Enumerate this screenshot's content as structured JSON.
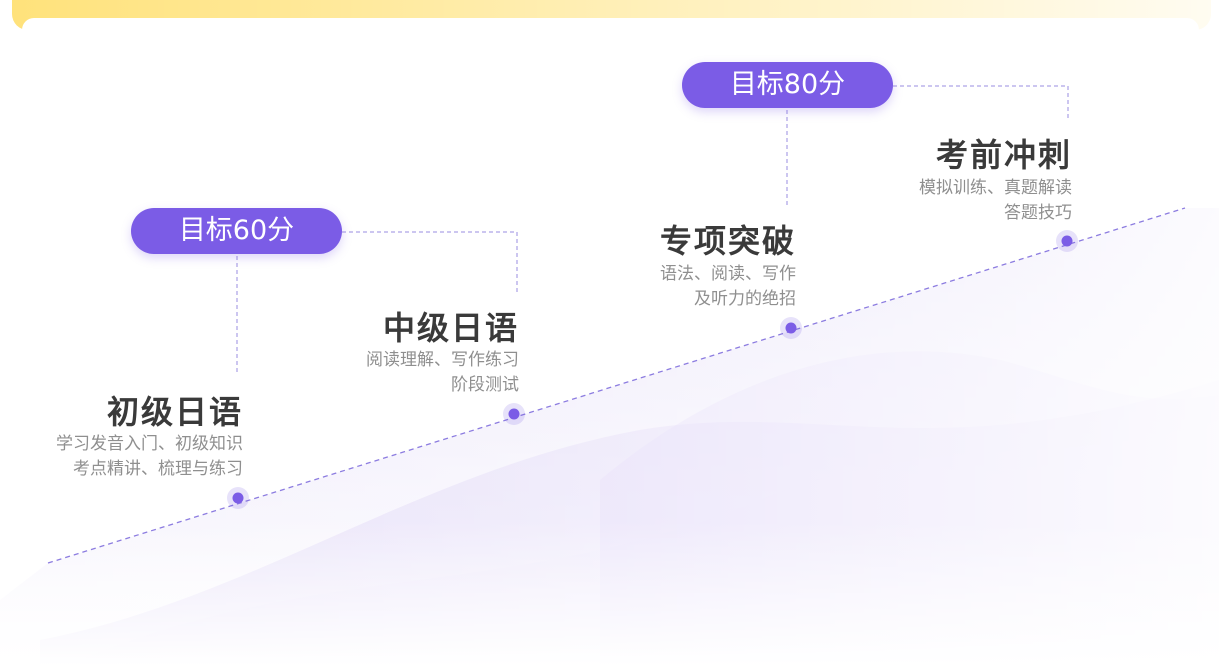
{
  "goals": [
    {
      "label": "目标60分"
    },
    {
      "label": "目标80分"
    }
  ],
  "stages": [
    {
      "title": "初级日语",
      "desc": [
        "学习发音入门、初级知识",
        "考点精讲、梳理与练习"
      ]
    },
    {
      "title": "中级日语",
      "desc": [
        "阅读理解、写作练习",
        "阶段测试"
      ]
    },
    {
      "title": "专项突破",
      "desc": [
        "语法、阅读、写作",
        "及听力的绝招"
      ]
    },
    {
      "title": "考前冲刺",
      "desc": [
        "模拟训练、真题解读",
        "答题技巧"
      ]
    }
  ],
  "colors": {
    "accent": "#7b5ce6",
    "top_bar": "#ffe27a",
    "title_text": "#3a3a3a",
    "desc_text": "#8f8f8f",
    "dashed_line": "#8c7ce0"
  }
}
